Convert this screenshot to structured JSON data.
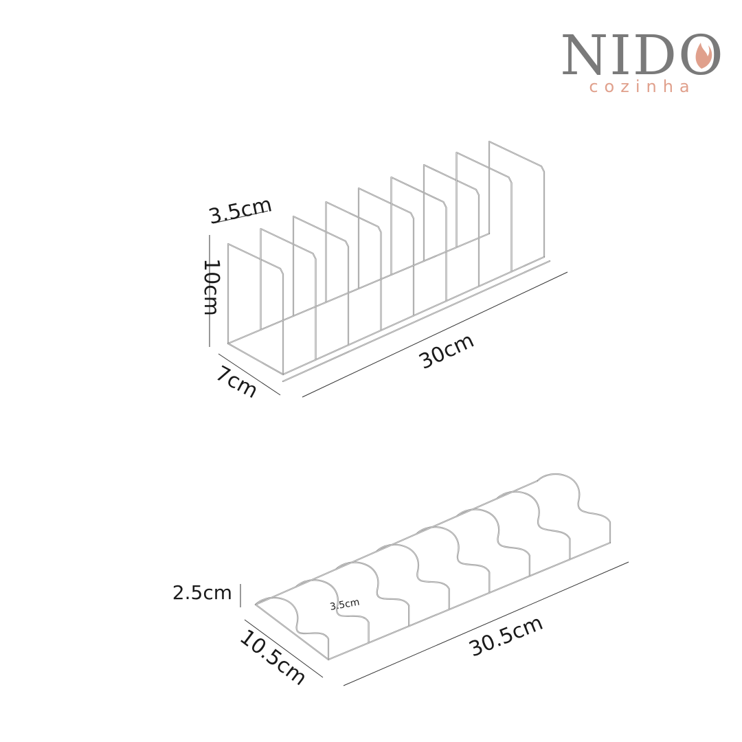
{
  "logo": {
    "name": "NIDO",
    "tagline": "cozinha",
    "colors": {
      "name": "#7a7a7a",
      "accent": "#e0a08c"
    }
  },
  "rack_upright": {
    "width_label": "30cm",
    "height_label": "10cm",
    "depth_label": "7cm",
    "slot_label": "3.5cm"
  },
  "rack_flat": {
    "width_label": "30.5cm",
    "height_label": "2.5cm",
    "depth_label": "10.5cm",
    "slot_label": "3.5cm"
  }
}
